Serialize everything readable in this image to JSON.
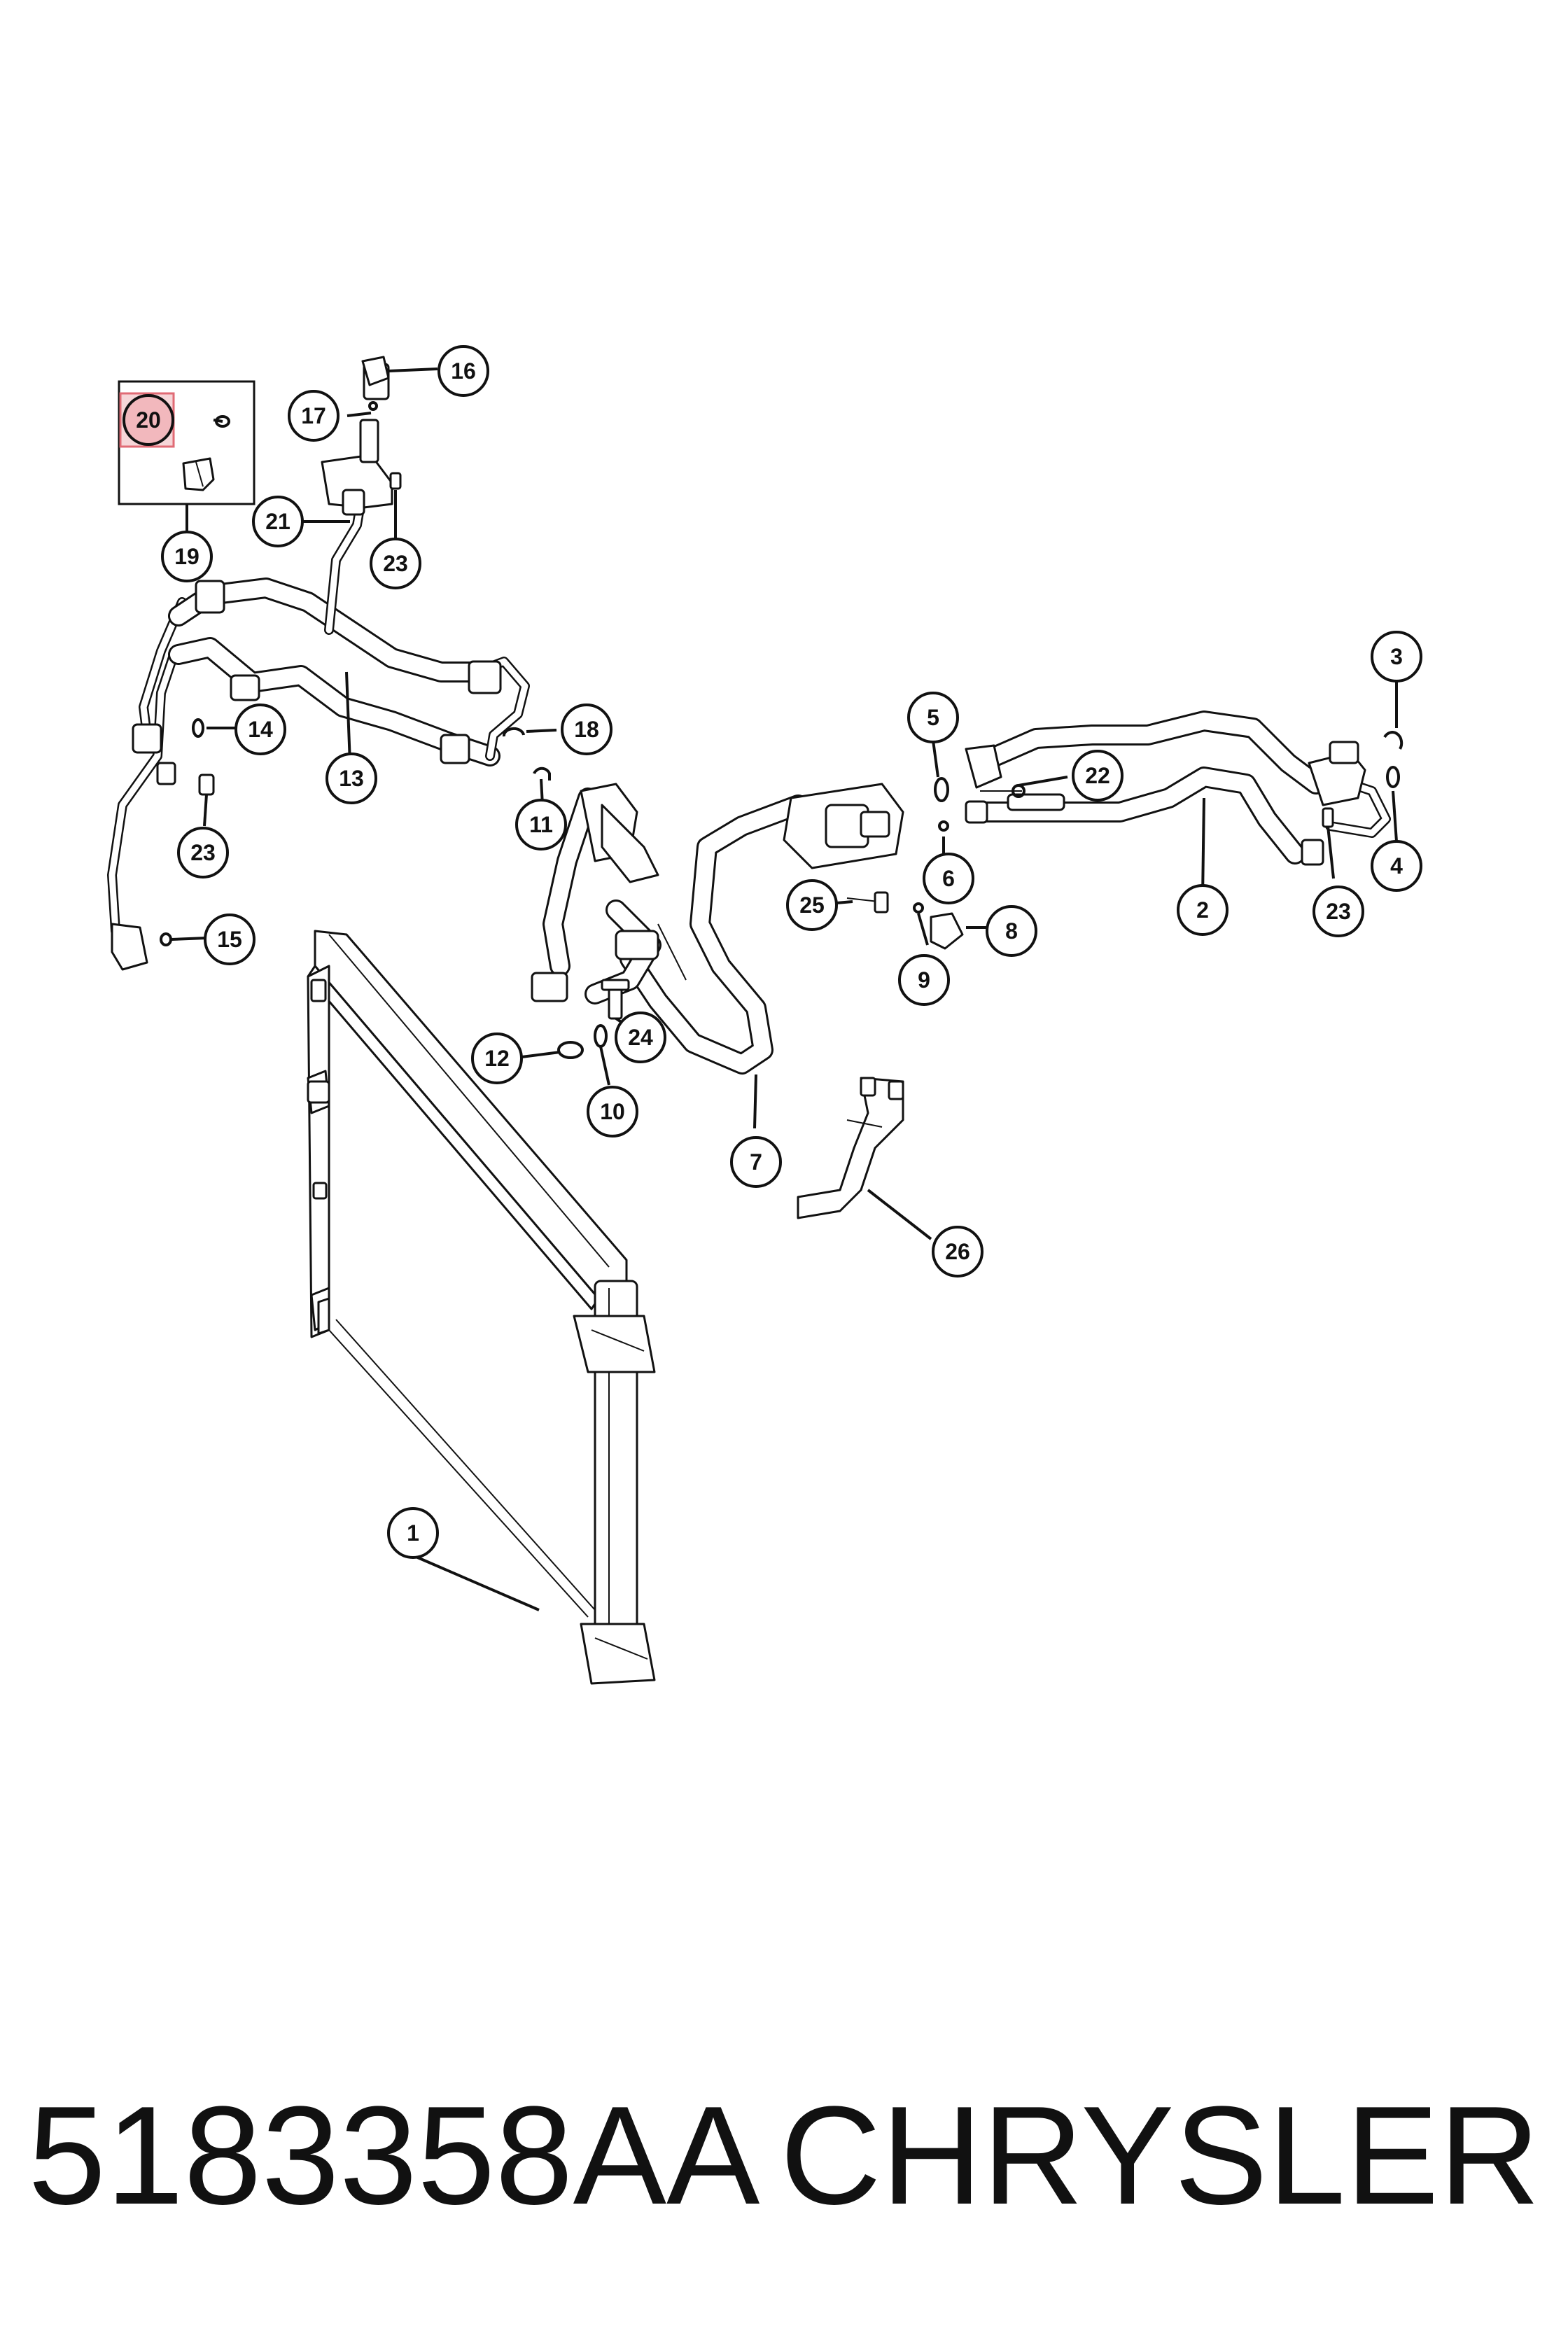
{
  "diagram": {
    "callouts": [
      {
        "id": "1",
        "label": "1"
      },
      {
        "id": "2",
        "label": "2"
      },
      {
        "id": "3",
        "label": "3"
      },
      {
        "id": "4",
        "label": "4"
      },
      {
        "id": "5",
        "label": "5"
      },
      {
        "id": "6",
        "label": "6"
      },
      {
        "id": "7",
        "label": "7"
      },
      {
        "id": "8",
        "label": "8"
      },
      {
        "id": "9",
        "label": "9"
      },
      {
        "id": "10",
        "label": "10"
      },
      {
        "id": "11",
        "label": "11"
      },
      {
        "id": "12",
        "label": "12"
      },
      {
        "id": "13",
        "label": "13"
      },
      {
        "id": "14",
        "label": "14"
      },
      {
        "id": "15",
        "label": "15"
      },
      {
        "id": "16",
        "label": "16"
      },
      {
        "id": "17",
        "label": "17"
      },
      {
        "id": "18",
        "label": "18"
      },
      {
        "id": "19",
        "label": "19"
      },
      {
        "id": "20",
        "label": "20"
      },
      {
        "id": "21",
        "label": "21"
      },
      {
        "id": "22",
        "label": "22"
      },
      {
        "id": "23a",
        "label": "23"
      },
      {
        "id": "23b",
        "label": "23"
      },
      {
        "id": "23c",
        "label": "23"
      },
      {
        "id": "24",
        "label": "24"
      },
      {
        "id": "25",
        "label": "25"
      },
      {
        "id": "26",
        "label": "26"
      }
    ],
    "highlighted_callout": "20",
    "highlight_color": "#f2b8bd"
  },
  "footer": {
    "part_number": "5183358AA",
    "brand": "CHRYSLER"
  }
}
